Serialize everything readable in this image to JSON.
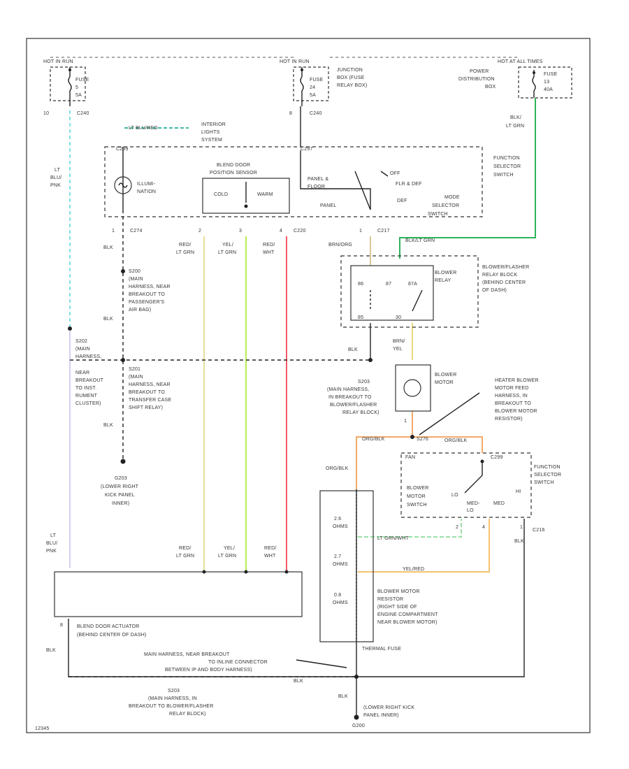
{
  "colors": {
    "lt_blu_pnk": "#7fe0e6",
    "lt_grn": "#2db35a",
    "yel": "#b6ee55",
    "red_lt_grn": "#e5df9a",
    "red_wht": "#f25a66",
    "brn_yel": "#ecd87a",
    "org_blk": "#f4a96a",
    "yel_red": "#f7c16f",
    "lt_grn_wht": "#9be0a8",
    "lavender": "#c9c3ee",
    "ink": "#222222"
  },
  "fuses": {
    "hot_left": "HOT IN RUN",
    "fuse_left": "FUSE",
    "fuse_left_num": "5",
    "fuse_left_amp": "5A",
    "hot_mid": "HOT IN RUN",
    "fuse_mid": "FUSE",
    "fuse_mid_num": "24",
    "fuse_mid_amp": "5A",
    "junction_box": [
      "JUNCTION",
      "BOX (FUSE",
      "RELAY BOX)"
    ],
    "hot_right": "HOT AT ALL TIMES",
    "power_dist": [
      "POWER",
      "DISTRIBUTION",
      "BOX"
    ],
    "fuse_right": "FUSE",
    "fuse_right_num": "13",
    "fuse_right_amp": "40A"
  },
  "connectors": {
    "c240_left_pin": "10",
    "c240_left": "C240",
    "c240_mid_pin": "8",
    "c240_mid": "C240",
    "c299": "C299",
    "c297": "C297",
    "c274": "C274",
    "c220": "C220",
    "c217": "C217",
    "c216": "C216",
    "c299_b": "C299",
    "pin1a": "1",
    "pin2a": "2",
    "pin3a": "3",
    "pin4a": "4",
    "pin1b": "1",
    "pin1c": "1",
    "pin2c": "2",
    "pin4c": "4",
    "pin1d": "1",
    "pin8": "8"
  },
  "wires": {
    "lt_blu_pnk": [
      "LT",
      "BLU/",
      "PNK"
    ],
    "lt_blu_pnk_b": [
      "LT",
      "BLU/",
      "PNK"
    ],
    "lt_blu_red": "LT BLU/RED",
    "blk_lt_grn": [
      "BLK/",
      "LT GRN"
    ],
    "blk_lt_grn_b": "BLK/LT GRN",
    "red_lt_grn": [
      "RED/",
      "LT GRN"
    ],
    "yel_lt_grn": [
      "YEL/",
      "LT GRN"
    ],
    "red_wht": [
      "RED/",
      "WHT"
    ],
    "red_lt_grn_b": [
      "RED/",
      "LT GRN"
    ],
    "yel_lt_grn_b": [
      "YEL/",
      "LT GRN"
    ],
    "red_wht_b": [
      "RED/",
      "WHT"
    ],
    "brn_org": "BRN/ORG",
    "brn_yel": [
      "BRN/",
      "YEL"
    ],
    "blk1": "BLK",
    "blk2": "BLK",
    "blk3": "BLK",
    "blk4": "BLK",
    "blk5": "BLK",
    "blk6": "BLK",
    "blk7": "BLK",
    "blk8": "BLK",
    "org_blk": "ORG/BLK",
    "org_blk_b": "ORG/BLK",
    "org_blk_c": "ORG/BLK",
    "lt_grn_wht": "LT GRN/WHT",
    "yel_red": "YEL/RED"
  },
  "components": {
    "interior_lights": [
      "INTERIOR",
      "LIGHTS",
      "SYSTEM"
    ],
    "illumination": [
      "ILLUMI-",
      "NATION"
    ],
    "blend_door_pos": [
      "BLEND DOOR",
      "POSITION SENSOR"
    ],
    "cold": "COLD",
    "warm": "WARM",
    "panel_floor": [
      "PANEL &",
      "FLOOR"
    ],
    "off": "OFF",
    "flr_def": "FLR & DEF",
    "panel": "PANEL",
    "def": "DEF",
    "mode_selector": [
      "MODE",
      "SELECTOR",
      "SWITCH"
    ],
    "function_selector": [
      "FUNCTION",
      "SELECTOR",
      "SWITCH"
    ],
    "function_selector_b": [
      "FUNCTION",
      "SELECTOR",
      "SWITCH"
    ],
    "blower_relay": [
      "BLOWER",
      "RELAY"
    ],
    "relay_pins": {
      "p86": "86",
      "p87": "87",
      "p87a": "87A",
      "p85": "85",
      "p30": "30"
    },
    "blower_flasher_block": [
      "BLOWER/FLASHER",
      "RELAY BLOCK",
      "(BEHIND CENTER",
      "OF DASH)"
    ],
    "blower_motor": [
      "BLOWER",
      "MOTOR"
    ],
    "motor_feed_note": [
      "HEATER BLOWER",
      "MOTOR FEED",
      "HARNESS, IN",
      "BREAKOUT TO",
      "BLOWER MOTOR",
      "RESISTOR)"
    ],
    "fan": "FAN",
    "blower_motor_switch": [
      "BLOWER",
      "MOTOR",
      "SWITCH"
    ],
    "speed_lo": "LO",
    "speed_medlo": [
      "MED-",
      "LO"
    ],
    "speed_med": "MED",
    "speed_hi": "HI",
    "resistor_values": [
      "2.6",
      "OHMS",
      "2.7",
      "OHMS",
      "0.8",
      "OHMS"
    ],
    "blower_resistor": [
      "BLOWER MOTOR",
      "RESISTOR",
      "(RIGHT SIDE OF",
      "ENGINE COMPARTMENT",
      "NEAR BLOWER MOTOR)"
    ],
    "blend_actuator": [
      "BLEND DOOR ACTUATOR",
      "(BEHIND CENTER OF DASH)"
    ],
    "thermal": "THERMAL FUSE"
  },
  "splices": {
    "s200": [
      "S200",
      "(MAIN",
      "HARNESS, NEAR",
      "BREAKOUT TO",
      "PASSENGER'S",
      "AIR BAG)"
    ],
    "s202": [
      "S202",
      "(MAIN",
      "HARNESS,",
      "NEAR",
      "BREAKOUT",
      "TO INST.",
      "RUMENT",
      "CLUSTER)"
    ],
    "s201": [
      "S201",
      "(MAIN",
      "HARNESS, NEAR",
      "BREAKOUT TO",
      "TRANSFER CASE",
      "SHIFT RELAY)"
    ],
    "s203_mid": [
      "S203",
      "(MAIN HARNESS,",
      "IN BREAKOUT TO",
      "BLOWER/FLASHER",
      "RELAY BLOCK)"
    ],
    "g203": [
      "G203",
      "(LOWER RIGHT",
      "KICK PANEL",
      "INNER)"
    ],
    "main_harness_note": [
      "MAIN HARNESS, NEAR BREAKOUT",
      "TO INLINE CONNECTOR",
      "BETWEEN IP AND BODY HARNESS)"
    ],
    "s203_bottom": [
      "S203",
      "(MAIN HARNESS, IN",
      "BREAKOUT TO BLOWER/FLASHER",
      "RELAY BLOCK)"
    ],
    "g200": [
      "(LOWER RIGHT KICK",
      "PANEL INNER)"
    ],
    "g200_id": "G200",
    "s276": "S276"
  },
  "footer": {
    "code": "12345"
  }
}
